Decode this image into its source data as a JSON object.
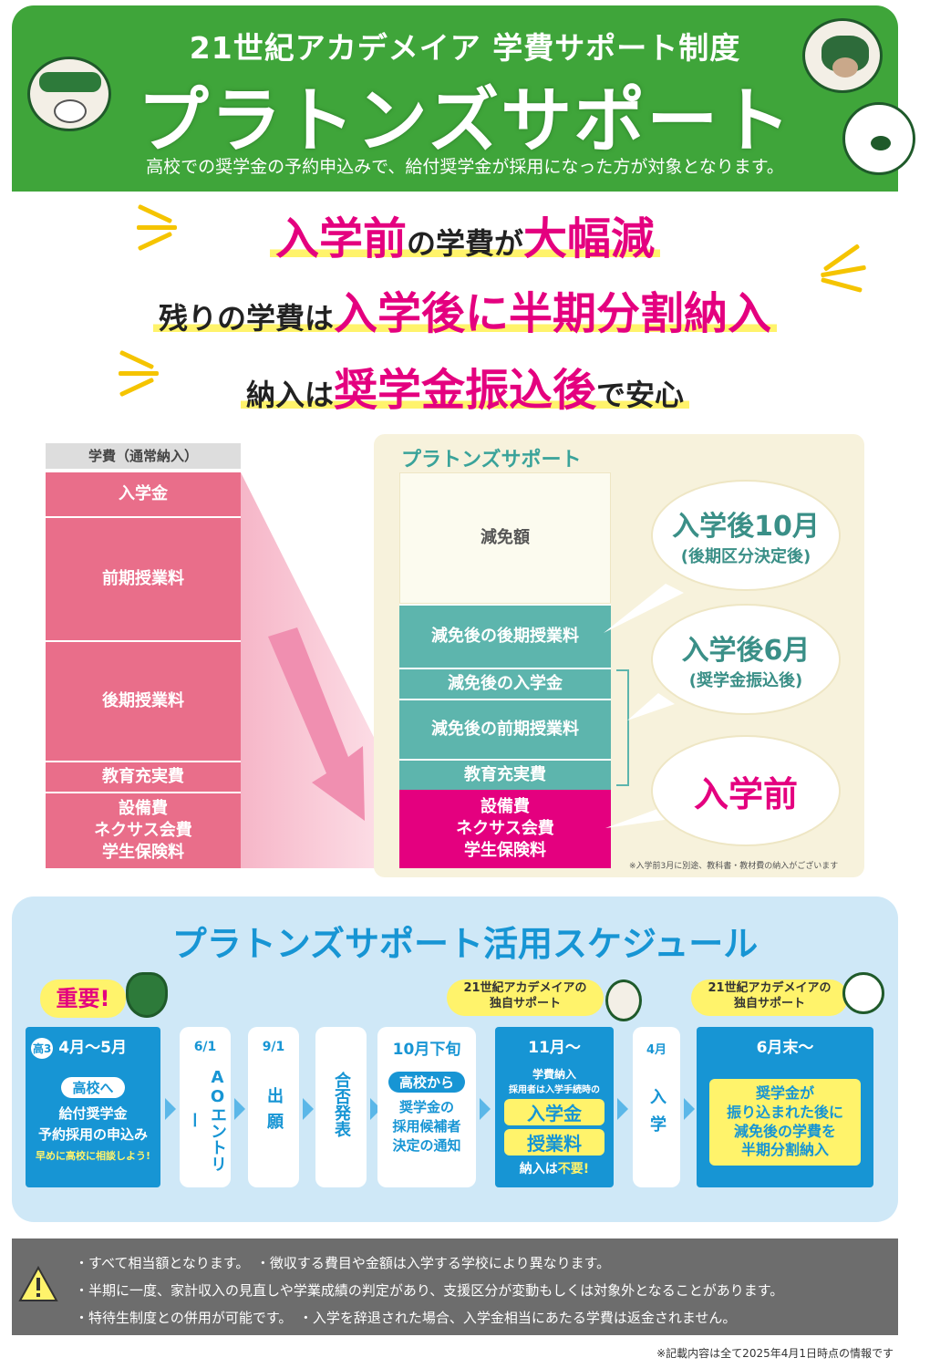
{
  "header": {
    "subtitle": "21世紀アカデメイア 学費サポート制度",
    "title": "プラトンズサポート",
    "description": "高校での奨学金の予約申込みで、給付奨学金が採用になった方が対象となります。"
  },
  "catch": {
    "line1": {
      "a": "入学前",
      "b": "の学費が",
      "c": "大幅減"
    },
    "line2": {
      "a": "残りの学費は",
      "b": "入学後に半期分割納入"
    },
    "line3": {
      "a": "納入は",
      "b": "奨学金振込後",
      "c": "で安心"
    }
  },
  "comparison": {
    "left_header": "学費（通常納入）",
    "left_items": [
      "入学金",
      "前期授業料",
      "後期授業料",
      "教育充実費",
      "設備費\nネクサス会費\n学生保険料"
    ],
    "right_header": "プラトンズサポート",
    "right_items": {
      "exempt": "減免額",
      "late_tuition": "減免後の後期授業料",
      "entrance": "減免後の入学金",
      "early_tuition": "減免後の前期授業料",
      "education": "教育充実費",
      "facility": "設備費\nネクサス会費\n学生保険料"
    },
    "bubbles": {
      "oct": {
        "main": "入学後10月",
        "sub": "(後期区分決定後)"
      },
      "jun": {
        "main": "入学後6月",
        "sub": "(奨学金振込後)"
      },
      "before": {
        "main": "入学前"
      }
    },
    "note": "※入学前3月に別途、教科書・教材費の納入がございます"
  },
  "schedule": {
    "title": "プラトンズサポート活用スケジュール",
    "important": "重要!",
    "own_support": "21世紀アカデメイアの\n独自サポート",
    "step1": {
      "grade": "高3",
      "period": "4月～5月",
      "tag": "高校へ",
      "body": "給付奨学金\n予約採用の申込み",
      "hint": "早めに高校に相談しよう!"
    },
    "step2": {
      "date": "6/1",
      "body": "AOエントリー"
    },
    "step3": {
      "date": "9/1",
      "body": "出願"
    },
    "step4": {
      "body": "合否発表"
    },
    "step5": {
      "period": "10月下旬",
      "tag": "高校から",
      "body": "奨学金の\n採用候補者\n決定の通知"
    },
    "step6": {
      "period": "11月～",
      "head": "学費納入",
      "sub": "採用者は入学手続時の",
      "box1": "入学金",
      "box2": "授業料",
      "foot_a": "納入は",
      "foot_b": "不要!"
    },
    "step7": {
      "period": "4月",
      "body": "入学"
    },
    "step8": {
      "period": "6月末～",
      "body": "奨学金が\n振り込まれた後に\n減免後の学費を\n半期分割納入"
    }
  },
  "notes": [
    "・すべて相当額となります。　・徴収する費目や金額は入学する学校により異なります。",
    "・半期に一度、家計収入の見直しや学業成績の判定があり、支援区分が変動もしくは対象外となることがあります。",
    "・特待生制度との併用が可能です。　・入学を辞退された場合、入学金相当にあたる学費は返金されません。"
  ],
  "footnote": "※記載内容は全て2025年4月1日時点の情報です",
  "colors": {
    "green": "#3fa53a",
    "pink": "#e96e8a",
    "magenta": "#e4007f",
    "teal": "#5db5ad",
    "blue": "#1795d4",
    "yellow": "#fff36b"
  }
}
